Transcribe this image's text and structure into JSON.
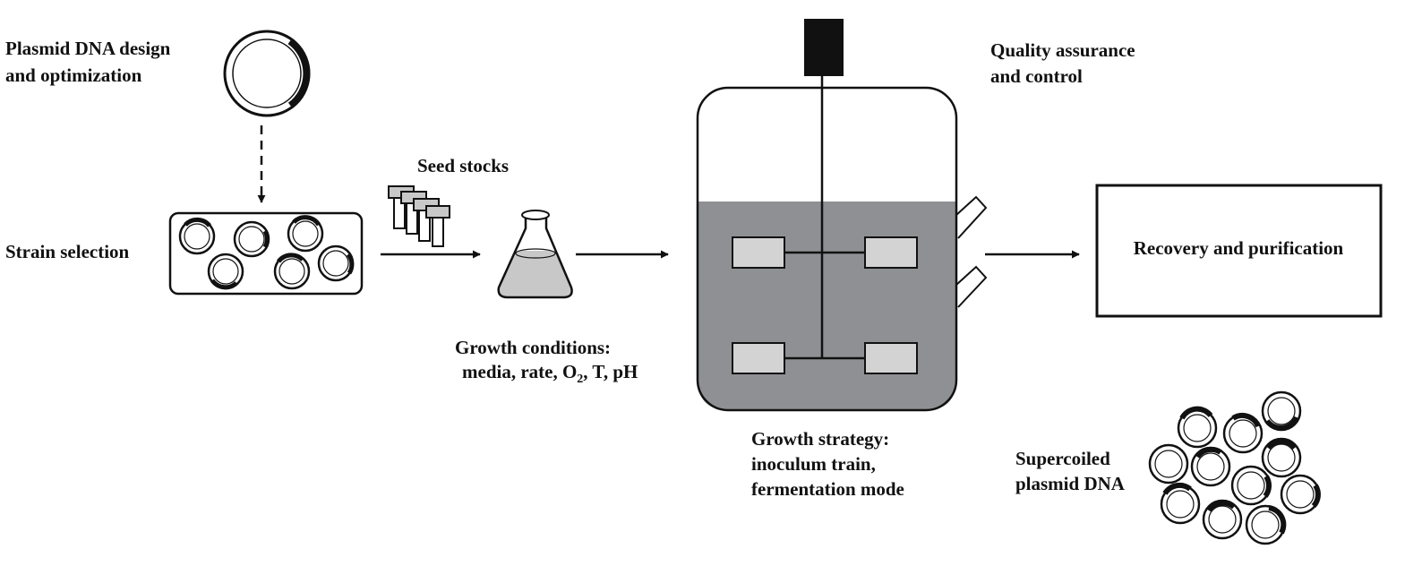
{
  "labels": {
    "plasmid_design": [
      "Plasmid DNA design",
      "and optimization"
    ],
    "strain_selection": "Strain selection",
    "seed_stocks": "Seed stocks",
    "growth_conditions_title": "Growth conditions:",
    "growth_conditions_prefix": "media, rate, O",
    "growth_conditions_sub": "2",
    "growth_conditions_suffix": ", T, pH",
    "quality": [
      "Quality assurance",
      "and control"
    ],
    "growth_strategy": [
      "Growth strategy:",
      "inoculum train,",
      "fermentation mode"
    ],
    "recovery": "Recovery and purification",
    "supercoiled": [
      "Supercoiled",
      "plasmid DNA"
    ]
  },
  "colors": {
    "ink": "#111111",
    "liquid": "#8f9093",
    "impeller": "#d3d3d3",
    "flask_liquid": "#c8c8c8"
  }
}
